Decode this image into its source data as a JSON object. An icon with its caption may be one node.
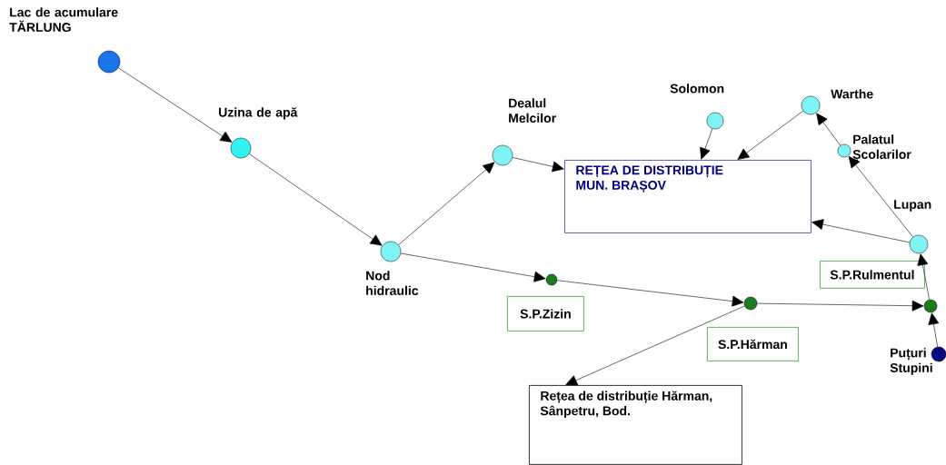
{
  "diagram": {
    "nodes": [
      {
        "text": [
          "Lac de acumulare TĂRLUNG"
        ]
      },
      {
        "text": [
          "Uzina de apă"
        ]
      },
      {
        "text": [
          "Nod hidraulic"
        ]
      },
      {
        "text": [
          "Dealul Melcilor"
        ]
      },
      {
        "text": [
          "REȚEA DE DISTRIBUȚIE MUN. BRAȘOV"
        ]
      },
      {
        "text": [
          "Solomon"
        ]
      },
      {
        "text": [
          "Warthe"
        ]
      },
      {
        "text": [
          "Palatul Școlarilor"
        ]
      },
      {
        "text": [
          "Lupan"
        ]
      },
      {
        "text": [],
        "shape": "circle"
      },
      {
        "text": [
          "S.P.Zizin"
        ]
      },
      {
        "text": [],
        "shape": "circle"
      },
      {
        "text": [
          "S.P.Hărman"
        ]
      },
      {
        "text": [
          "S.P.Rulmentul"
        ]
      },
      {
        "text": [],
        "shape": "circle"
      },
      {
        "text": [
          "Puțuri Stupini"
        ]
      },
      {
        "text": [
          "Rețea de distribuție Hărman, Sânpetru, Bod."
        ]
      }
    ],
    "edges": [
      {
        "from": 0,
        "to": 1,
        "arrow": "to"
      },
      {
        "from": 1,
        "to": 2,
        "arrow": "to"
      },
      {
        "from": 2,
        "to": 3,
        "arrow": "to"
      },
      {
        "from": 3,
        "to": 4,
        "arrow": "to"
      },
      {
        "from": 5,
        "to": 4,
        "arrow": "to"
      },
      {
        "from": 6,
        "to": 4,
        "arrow": "to"
      },
      {
        "from": 7,
        "to": 6,
        "arrow": "to"
      },
      {
        "from": 8,
        "to": 7,
        "arrow": "to"
      },
      {
        "from": 8,
        "to": 4,
        "arrow": "to"
      },
      {
        "from": 2,
        "to": 9,
        "arrow": "to"
      },
      {
        "from": 9,
        "to": 11,
        "arrow": "to"
      },
      {
        "from": 11,
        "to": 14,
        "arrow": "to"
      },
      {
        "from": 14,
        "to": 8,
        "arrow": "to"
      },
      {
        "from": 15,
        "to": 14,
        "arrow": "to"
      },
      {
        "from": 11,
        "to": 16,
        "arrow": "to"
      }
    ]
  }
}
